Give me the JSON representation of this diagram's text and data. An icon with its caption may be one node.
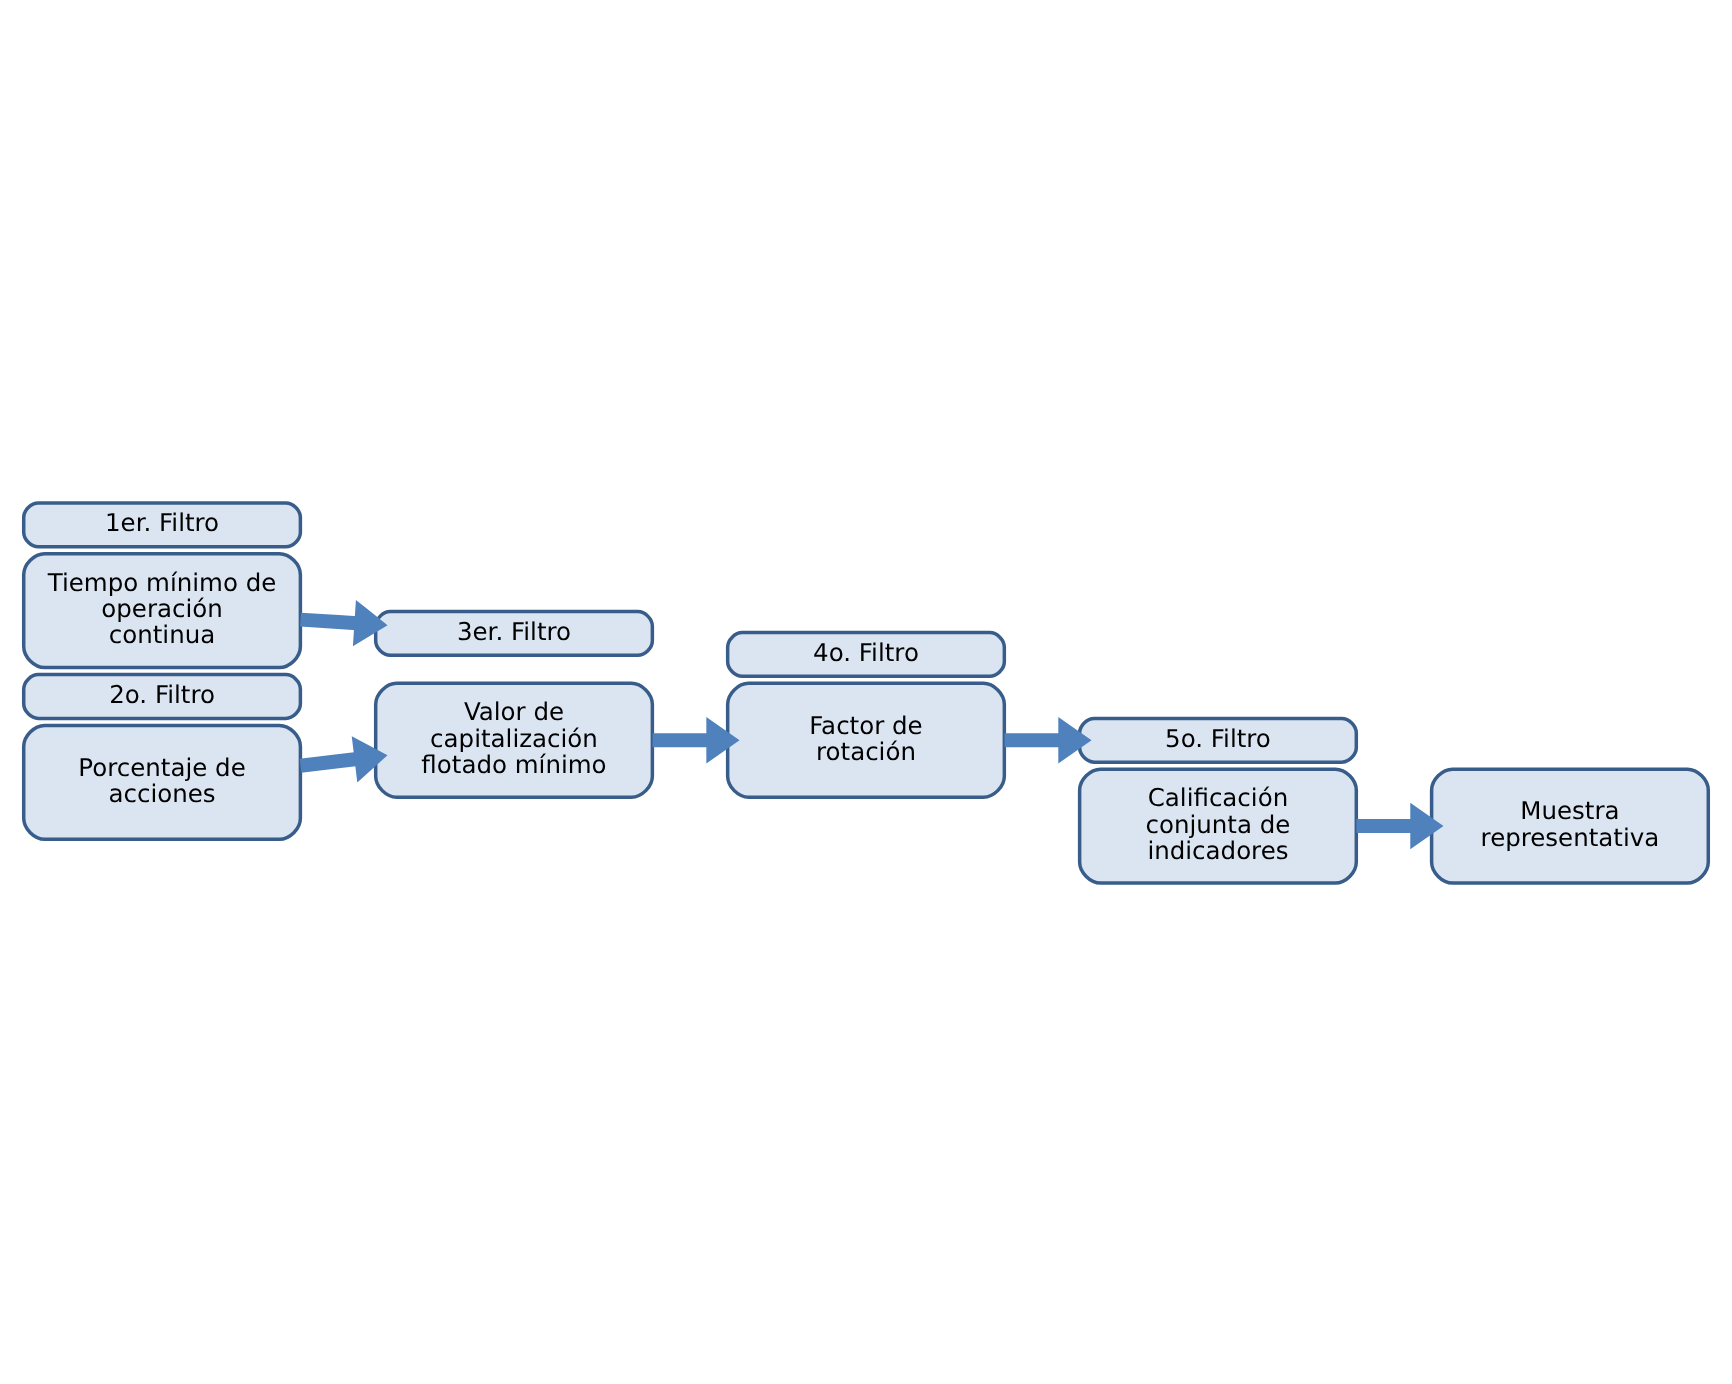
{
  "diagram": {
    "nodes": [
      {
        "text": [
          "1er. Filtro"
        ]
      },
      {
        "text": [
          "Tiempo mínimo de operación continua"
        ]
      },
      {
        "text": [
          "2o. Filtro"
        ]
      },
      {
        "text": [
          "Porcentaje de acciones"
        ]
      },
      {
        "text": [
          "3er. Filtro"
        ]
      },
      {
        "text": [
          "Valor de capitalización flotado mínimo"
        ]
      },
      {
        "text": [
          "4o. Filtro"
        ]
      },
      {
        "text": [
          "Factor de rotación"
        ]
      },
      {
        "text": [
          "5o. Filtro"
        ]
      },
      {
        "text": [
          "Calificación conjunta de indicadores"
        ]
      },
      {
        "text": [
          "Muestra representativa"
        ]
      }
    ],
    "edges": [
      {
        "from": 1,
        "to": 4,
        "arrow": "to"
      },
      {
        "from": 3,
        "to": 5,
        "arrow": "to"
      },
      {
        "from": 5,
        "to": 7,
        "arrow": "to"
      },
      {
        "from": 7,
        "to": 8,
        "arrow": "to"
      },
      {
        "from": 9,
        "to": 10,
        "arrow": "to"
      }
    ]
  }
}
